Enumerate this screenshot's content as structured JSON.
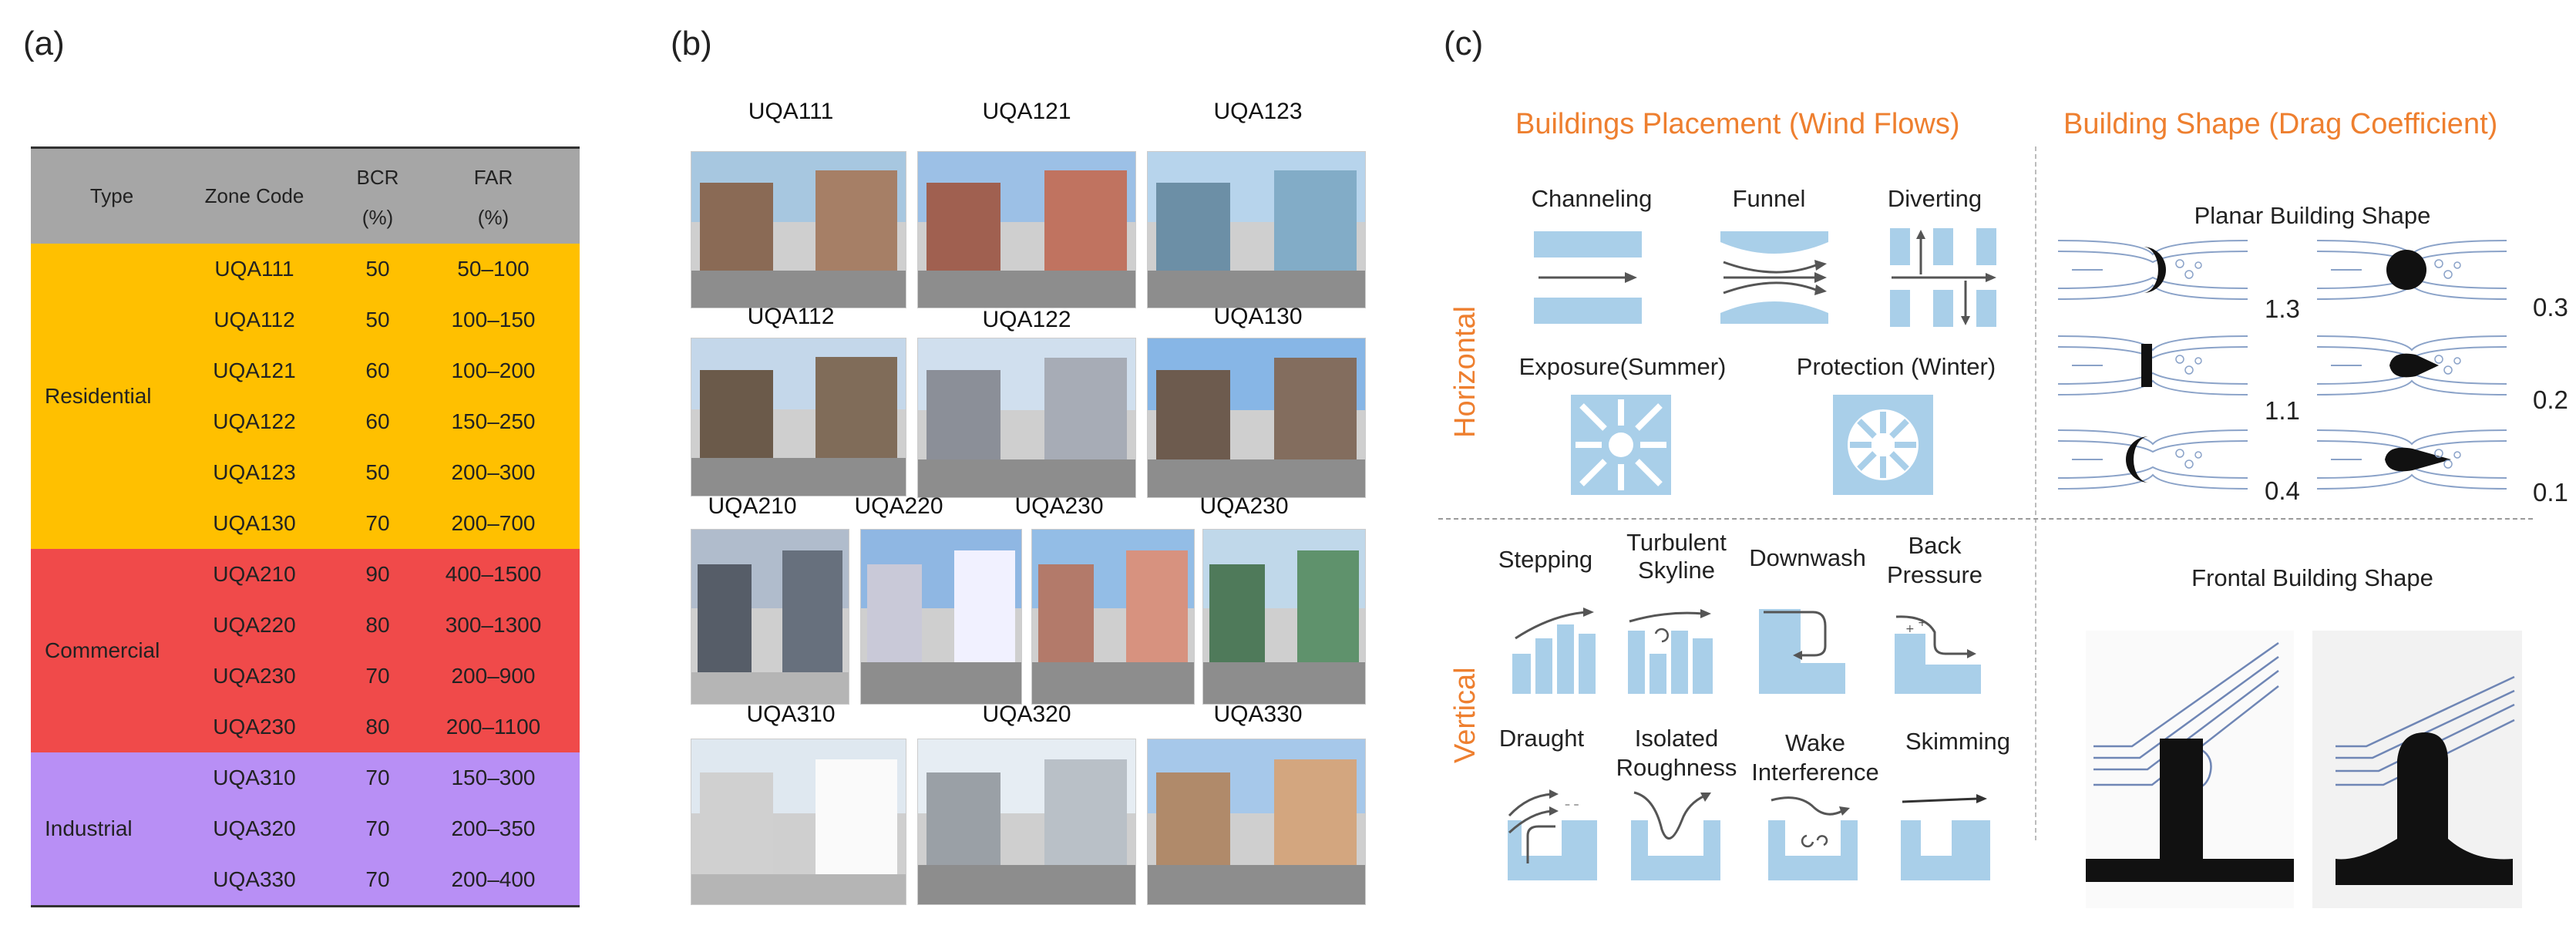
{
  "panel_labels": {
    "a": "(a)",
    "b": "(b)",
    "c": "(c)"
  },
  "table": {
    "headers": {
      "type": "Type",
      "zone_code": "Zone Code",
      "bcr": "BCR",
      "bcr_unit": "(%)",
      "far": "FAR",
      "far_unit": "(%)"
    },
    "zones": [
      {
        "type": "Residential",
        "color": "#ffc000",
        "rows": [
          {
            "code": "UQA111",
            "bcr": "50",
            "far": "50–100"
          },
          {
            "code": "UQA112",
            "bcr": "50",
            "far": "100–150"
          },
          {
            "code": "UQA121",
            "bcr": "60",
            "far": "100–200"
          },
          {
            "code": "UQA122",
            "bcr": "60",
            "far": "150–250"
          },
          {
            "code": "UQA123",
            "bcr": "50",
            "far": "200–300"
          },
          {
            "code": "UQA130",
            "bcr": "70",
            "far": "200–700"
          }
        ]
      },
      {
        "type": "Commercial",
        "color": "#f04a4a",
        "rows": [
          {
            "code": "UQA210",
            "bcr": "90",
            "far": "400–1500"
          },
          {
            "code": "UQA220",
            "bcr": "80",
            "far": "300–1300"
          },
          {
            "code": "UQA230",
            "bcr": "70",
            "far": "200–900"
          },
          {
            "code": "UQA230",
            "bcr": "80",
            "far": "200–1100"
          }
        ]
      },
      {
        "type": "Industrial",
        "color": "#b88ff5",
        "rows": [
          {
            "code": "UQA310",
            "bcr": "70",
            "far": "150–300"
          },
          {
            "code": "UQA320",
            "bcr": "70",
            "far": "200–350"
          },
          {
            "code": "UQA330",
            "bcr": "70",
            "far": "200–400"
          }
        ]
      }
    ]
  },
  "photos": {
    "titles": [
      "UQA111",
      "UQA121",
      "UQA123",
      "UQA112",
      "UQA122",
      "UQA130",
      "UQA210",
      "UQA220",
      "UQA230",
      "UQA230",
      "UQA310",
      "UQA320",
      "UQA330"
    ]
  },
  "wind": {
    "header_placement": "Buildings Placement (Wind Flows)",
    "header_shape": "Building Shape (Drag Coefficient)",
    "horizontal_label": "Horizontal",
    "vertical_label": "Vertical",
    "horizontal_items": [
      "Channeling",
      "Funnel",
      "Diverting",
      "Exposure(Summer)",
      "Protection (Winter)"
    ],
    "vertical_items": [
      "Stepping",
      "Turbulent",
      "Skyline",
      "Downwash",
      "Back",
      "Pressure",
      "Draught",
      "Isolated",
      "Roughness",
      "Wake",
      "Interference",
      "Skimming"
    ],
    "planar_title": "Planar Building Shape",
    "frontal_title": "Frontal Building Shape",
    "drag_coefficients": [
      "1.3",
      "0.3",
      "1.1",
      "0.2",
      "0.4",
      "0.1"
    ]
  },
  "colors": {
    "accent_orange": "#ee7f2f",
    "panel_blue": "#a9cfe9",
    "header_gray": "#a6a6a6"
  }
}
